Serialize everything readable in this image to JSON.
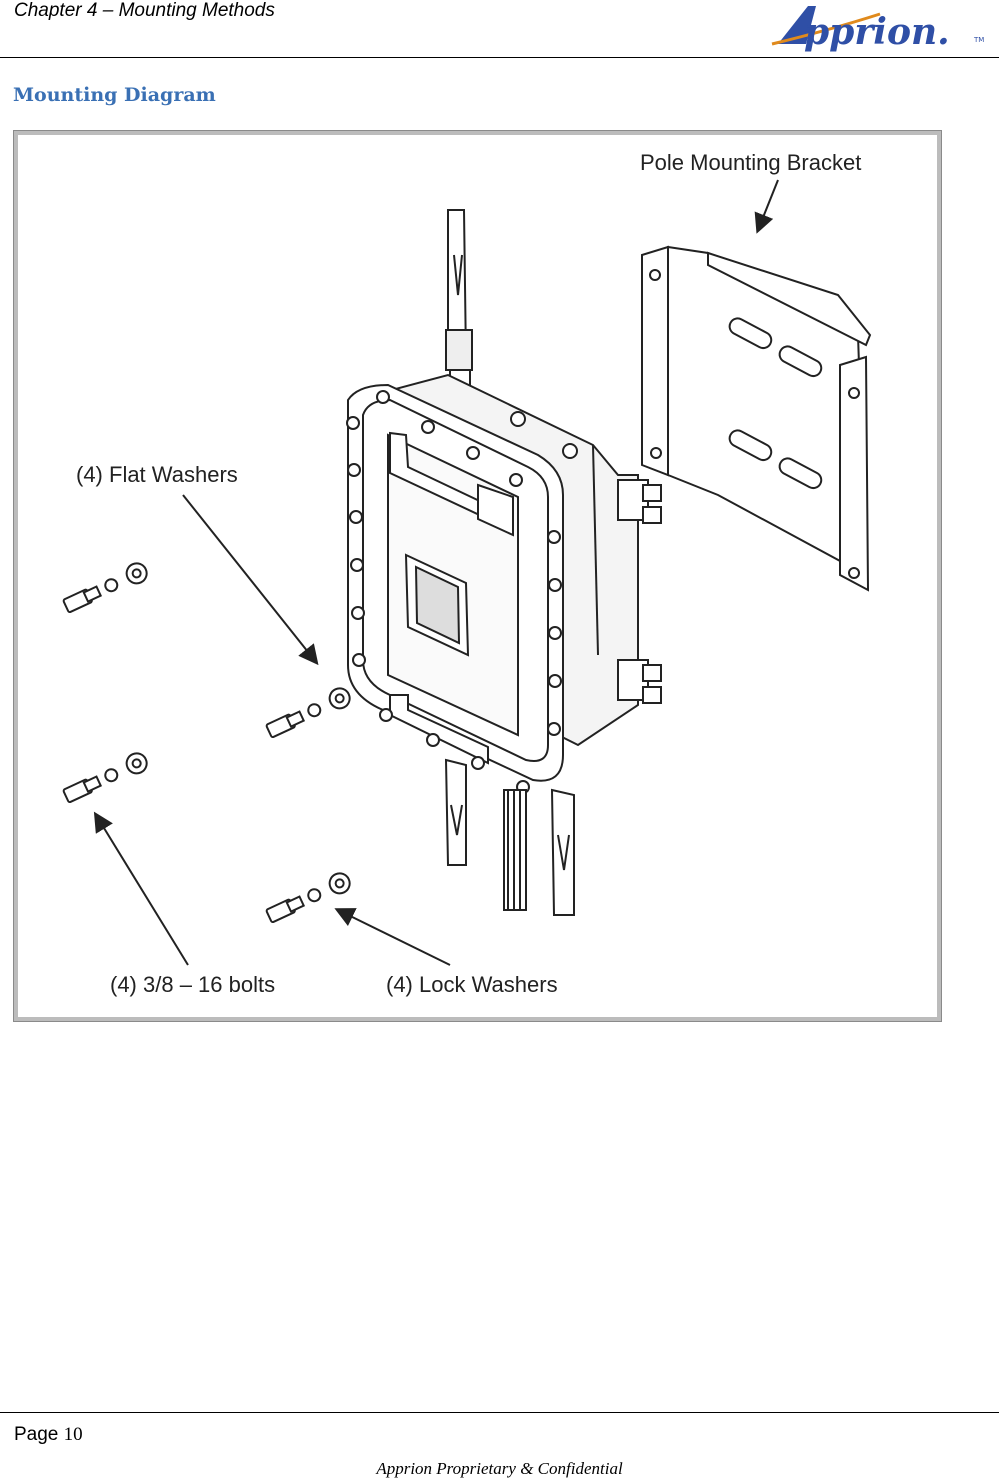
{
  "header": {
    "chapter_title": "Chapter 4 – Mounting Methods",
    "logo_text": "Apprion",
    "logo_tm": "TM",
    "logo_color": "#2f4fa6"
  },
  "section": {
    "heading": "Mounting Diagram",
    "heading_color": "#3a70b4"
  },
  "figure": {
    "labels": {
      "bracket": "Pole Mounting Bracket",
      "flat_washers": "(4) Flat Washers",
      "bolts": "(4) 3/8 – 16 bolts",
      "lock_washers": "(4) Lock Washers"
    }
  },
  "footer": {
    "page_label": "Page",
    "page_number": "10",
    "confidential": "Apprion Proprietary & Confidential"
  }
}
